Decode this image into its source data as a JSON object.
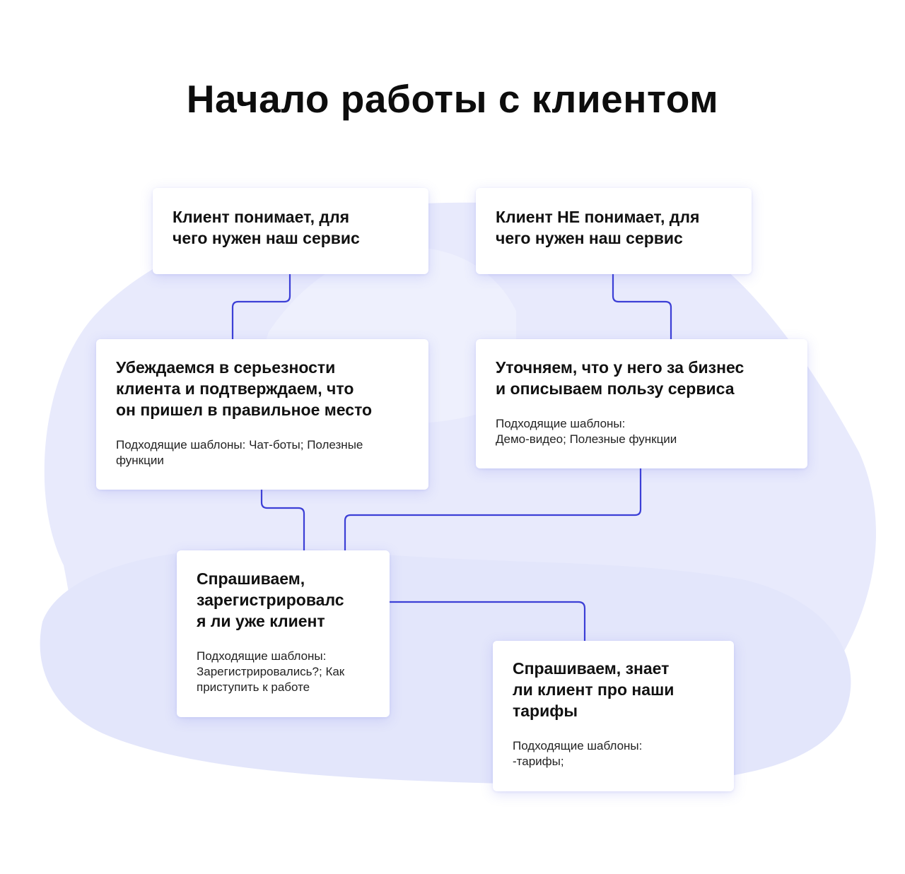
{
  "title": "Начало работы с клиентом",
  "colors": {
    "connector": "#3c3fd6",
    "blob": "#e8eafc",
    "blob_light": "#eef0fd"
  },
  "nodes": {
    "understands": {
      "heading": [
        "Клиент понимает, для",
        "чего нужен наш сервис"
      ]
    },
    "not_understands": {
      "heading": [
        "Клиент НЕ понимает, для",
        "чего нужен наш сервис"
      ]
    },
    "confirm_seriousness": {
      "heading": [
        "Убеждаемся в серьезности",
        "клиента и подтверждаем, что",
        "он пришел в правильное место"
      ],
      "templates": [
        "Подходящие шаблоны: Чат-боты; Полезные",
        "функции"
      ]
    },
    "clarify_business": {
      "heading": [
        "Уточняем, что у него за бизнес",
        "и описываем пользу сервиса"
      ],
      "templates": [
        "Подходящие шаблоны:",
        "Демо-видео; Полезные функции"
      ]
    },
    "ask_registered": {
      "heading": [
        "Спрашиваем,",
        "зарегистрировалс",
        "я ли уже клиент"
      ],
      "templates": [
        "Подходящие шаблоны:",
        "Зарегистрировались?; Как",
        "приступить к работе"
      ]
    },
    "ask_tariffs": {
      "heading": [
        "Спрашиваем, знает",
        "ли клиент про наши",
        "тарифы"
      ],
      "templates": [
        "Подходящие шаблоны:",
        "-тарифы;"
      ]
    }
  },
  "edges": [
    {
      "from": "understands",
      "to": "confirm_seriousness"
    },
    {
      "from": "not_understands",
      "to": "clarify_business"
    },
    {
      "from": "confirm_seriousness",
      "to": "ask_registered"
    },
    {
      "from": "clarify_business",
      "to": "ask_registered"
    },
    {
      "from": "ask_registered",
      "to": "ask_tariffs"
    }
  ]
}
